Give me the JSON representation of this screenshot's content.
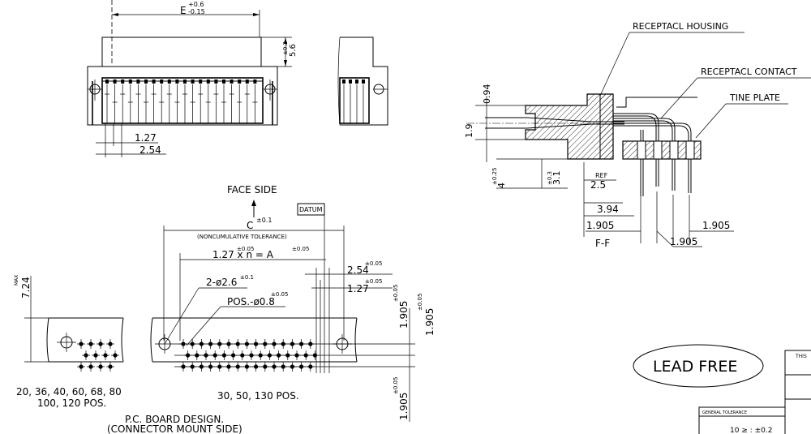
{
  "top_view": {
    "dim_e": "E",
    "dim_e_tol_plus": "+0.6",
    "dim_e_tol_minus": "-0.15",
    "dim_height": "5.6",
    "dim_height_tol": "±0.2",
    "pitch_1": "1.27",
    "pitch_2": "2.54"
  },
  "section": {
    "label_housing": "RECEPTACL HOUSING",
    "label_contact": "RECEPTACL CONTACT",
    "label_tine": "TINE PLATE",
    "dim_094": "0.94",
    "dim_19": "1.9",
    "dim_4": "4",
    "dim_4_tol": "±0.25",
    "dim_31": "3.1",
    "dim_31_tol": "±0.3",
    "ref_word": "REF",
    "ref_val": "2.5",
    "dim_394": "3.94",
    "dim_1905a": "1.905",
    "dim_1905b": "1.905",
    "dim_1905c": "1.905",
    "view_name": "F-F"
  },
  "pcb": {
    "face_side": "FACE SIDE",
    "datum": "DATUM",
    "dim_c": "C",
    "dim_c_tol": "±0.1",
    "noncum": "(NONCUMULATIVE TOLERANCE)",
    "pitch_formula": "1.27 x n = A",
    "pitch_tol": "±0.05",
    "a_tol": "±0.05",
    "dim_254": "2.54",
    "dim_254_tol": "±0.05",
    "dim_127": "1.27",
    "dim_127_tol": "±0.05",
    "hole_big": "2-ø2.6",
    "hole_big_tol": "±0.1",
    "hole_pos": "POS.-ø0.8",
    "hole_pos_tol": "±0.05",
    "dim_1905_1": "1.905",
    "dim_1905_1_tol": "±0.05",
    "dim_1905_2": "1.905",
    "dim_1905_2_tol": "±0.05",
    "dim_1905_3": "1.905",
    "dim_1905_3_tol": "±0.05",
    "max_word": "MAX",
    "max_val": "7.24",
    "pos_left_1": "20, 36, 40, 60, 68, 80",
    "pos_left_2": "100, 120 POS.",
    "pos_right": "30, 50, 130 POS.",
    "caption_1": "P.C. BOARD DESIGN.",
    "caption_2": "(CONNECTOR MOUNT SIDE)"
  },
  "title_block": {
    "lead_free": "LEAD FREE",
    "this_text": "THIS",
    "general_tolerance": "GENERAL TOLERANCE",
    "tol_row": "10 ≥ : ±0.2"
  }
}
